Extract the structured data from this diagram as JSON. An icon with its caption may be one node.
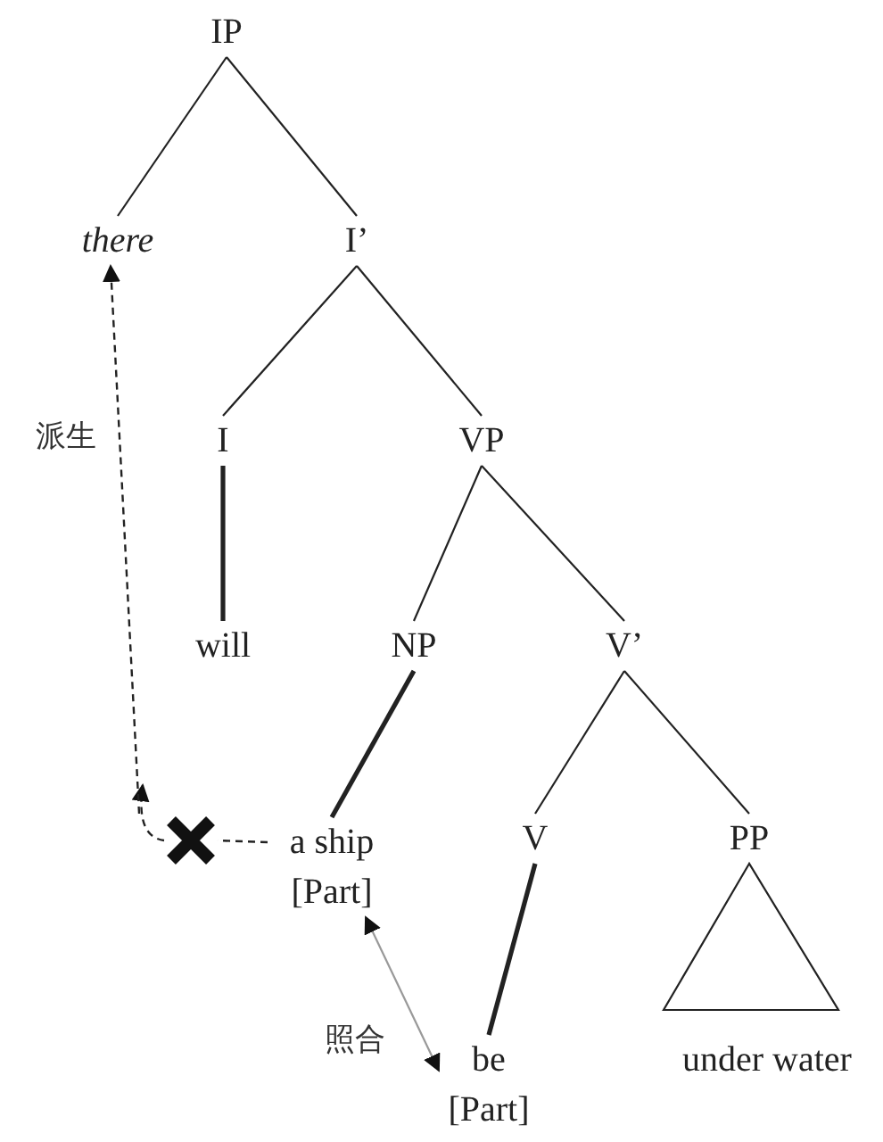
{
  "diagram": {
    "nodes": [
      {
        "text": [
          "IP"
        ]
      },
      {
        "text": [
          "there"
        ]
      },
      {
        "text": [
          "I’"
        ]
      },
      {
        "text": [
          "I"
        ]
      },
      {
        "text": [
          "VP"
        ]
      },
      {
        "text": [
          "will"
        ]
      },
      {
        "text": [
          "NP"
        ]
      },
      {
        "text": [
          "V’"
        ]
      },
      {
        "text": [],
        "shape": "cross"
      },
      {
        "text": [
          "a ship",
          "[Part]"
        ]
      },
      {
        "text": [
          "V"
        ]
      },
      {
        "text": [
          "PP"
        ]
      },
      {
        "text": [
          "be",
          "[Part]"
        ]
      },
      {
        "text": [
          "under water"
        ]
      }
    ],
    "edges": [
      {
        "from": 0,
        "to": 1,
        "arrow": "none"
      },
      {
        "from": 0,
        "to": 2,
        "arrow": "none"
      },
      {
        "from": 2,
        "to": 3,
        "arrow": "none"
      },
      {
        "from": 2,
        "to": 4,
        "arrow": "none"
      },
      {
        "from": 3,
        "to": 5,
        "arrow": "none",
        "style": "thick"
      },
      {
        "from": 4,
        "to": 6,
        "arrow": "none"
      },
      {
        "from": 4,
        "to": 7,
        "arrow": "none"
      },
      {
        "from": 6,
        "to": 9,
        "arrow": "none",
        "style": "thick"
      },
      {
        "from": 7,
        "to": 10,
        "arrow": "none"
      },
      {
        "from": 7,
        "to": 11,
        "arrow": "none"
      },
      {
        "from": 10,
        "to": 12,
        "arrow": "none",
        "style": "thick"
      },
      {
        "from": 11,
        "to": 13,
        "arrow": "none"
      },
      {
        "from": 9,
        "to": 8,
        "arrow": "none",
        "style": "dashed"
      },
      {
        "from": 8,
        "to": null,
        "arrow": "to",
        "style": "dashed"
      },
      {
        "from": null,
        "to": 1,
        "arrow": "to",
        "style": "dashed",
        "label": "派生"
      },
      {
        "from": 9,
        "to": 12,
        "arrow": "both",
        "color": "#999999",
        "label": "照合"
      }
    ]
  }
}
